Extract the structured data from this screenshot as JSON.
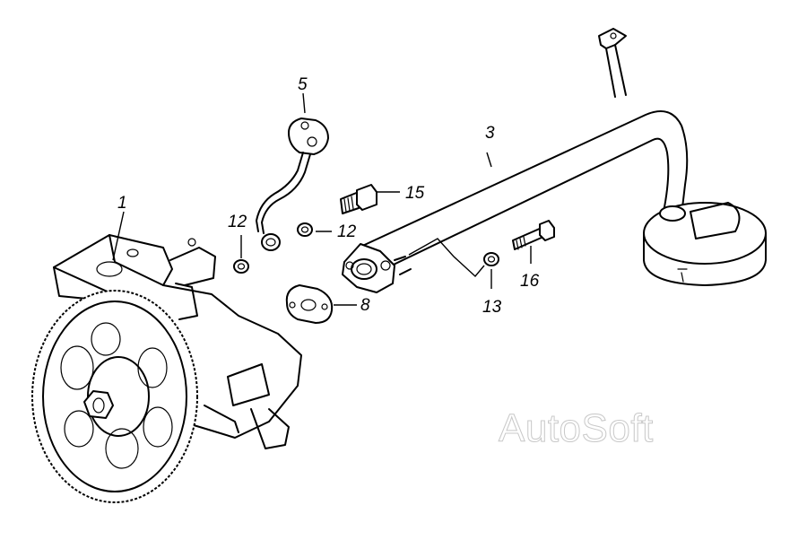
{
  "labels": {
    "part_1": "1",
    "part_3": "3",
    "part_5": "5",
    "part_8": "8",
    "part_12a": "12",
    "part_12b": "12",
    "part_13": "13",
    "part_15": "15",
    "part_16": "16"
  },
  "watermark": "AutoSoft",
  "icons": {
    "pump": "oil-pump-assembly-drawing",
    "pipe": "oil-intake-pipe-drawing",
    "screen": "oil-strainer-drawing",
    "tube": "lubrication-tube-drawing",
    "gasket": "gasket-drawing",
    "bolt": "bolt-drawing",
    "washer": "washer-drawing"
  }
}
